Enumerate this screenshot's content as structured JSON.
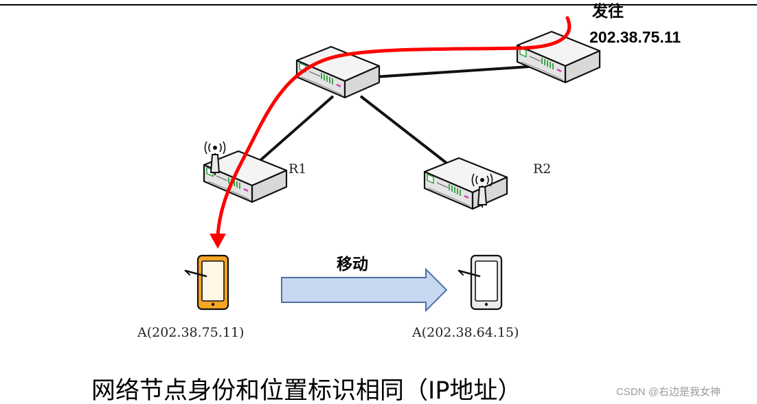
{
  "header": {
    "dest_label_line1": "发往",
    "dest_label_line2": "202.38.75.11"
  },
  "routers": {
    "r1_label": "R1",
    "r2_label": "R2"
  },
  "devices": {
    "mobile_a_before": "A(202.38.75.11)",
    "mobile_a_after": "A(202.38.64.15)"
  },
  "move": {
    "label": "移动"
  },
  "caption": {
    "text": "网络节点身份和位置标识相同（IP地址）"
  },
  "watermark": {
    "text": "CSDN @右边是我女神"
  },
  "colors": {
    "path_red": "#ff0000",
    "arrow_fill": "#c6d9f1",
    "arrow_stroke": "#4f6ea3",
    "device_orange": "#f5a623",
    "router_body": "#f2f2f2",
    "router_green": "#2a9d3a",
    "router_magenta": "#d63fb1"
  },
  "icons": {
    "router": "router-icon",
    "wireless_router": "wireless-router-icon",
    "mobile": "mobile-device-icon",
    "move_arrow": "move-arrow-icon"
  }
}
